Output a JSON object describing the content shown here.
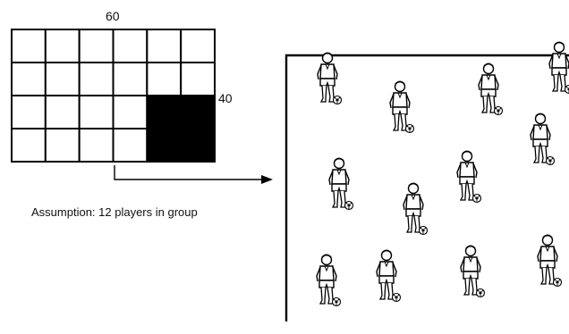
{
  "diagram": {
    "grid": {
      "width_label": "60",
      "height_label": "40",
      "columns": 6,
      "rows": 4,
      "filled_cells": [
        [
          2,
          4
        ],
        [
          2,
          5
        ],
        [
          3,
          4
        ],
        [
          3,
          5
        ]
      ]
    },
    "assumption_text": "Assumption: 12 players in group",
    "field": {
      "player_count": 12,
      "player_icon": "soccer-player-with-ball-icon"
    },
    "colors": {
      "line": "#000000",
      "fill": "#000000",
      "background": "#ffffff"
    }
  }
}
